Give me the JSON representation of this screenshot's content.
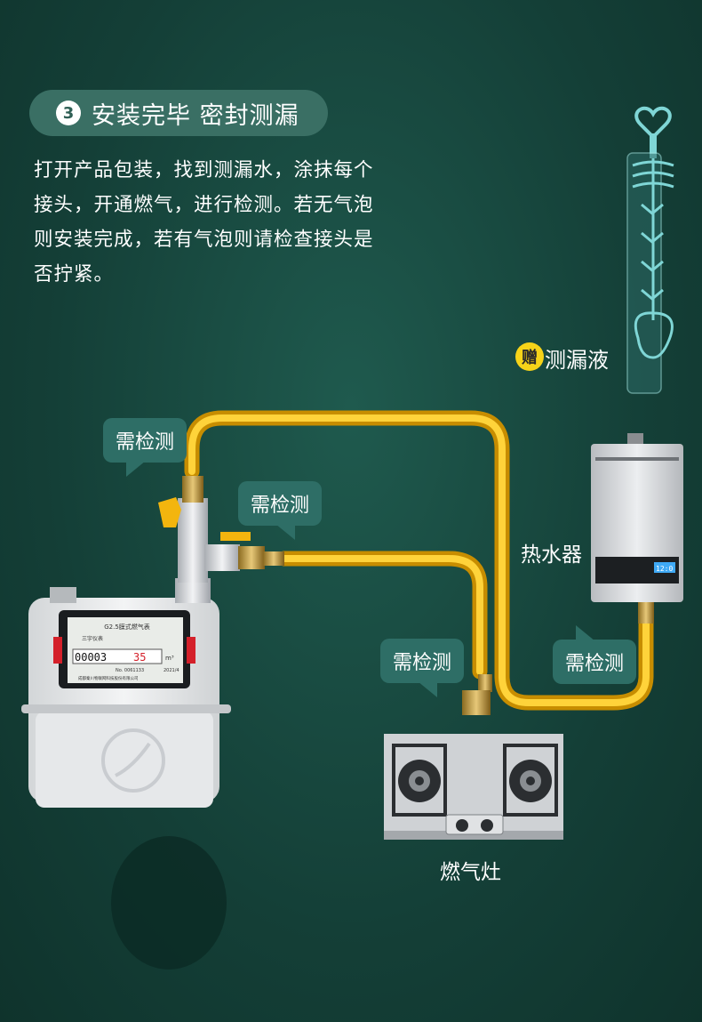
{
  "step": {
    "number": "3",
    "title": "安装完毕 密封测漏"
  },
  "description": {
    "line1": "打开产品包装，找到测漏水，涂抹每个",
    "line2": "接头，开通燃气，进行检测。若无气泡",
    "line3": "则安装完成，若有气泡则请检查接头是",
    "line4": "否拧紧。"
  },
  "gift": {
    "badge": "赠",
    "label": "测漏液"
  },
  "callouts": [
    "需检测",
    "需检测",
    "需检测",
    "需检测"
  ],
  "appliances": {
    "heater": "热水器",
    "stove": "燃气灶"
  },
  "meter": {
    "model": "G2.5膜式燃气表",
    "brand": "三宇仪表",
    "digits": "00003",
    "decimals": "35",
    "unit": "m³",
    "serial": "No. 0061133",
    "year": "2021/4",
    "maker": "成都秦川物联网科技股份有限公司"
  },
  "heater_screen": "12:0",
  "colors": {
    "pipe": "#f5c21b",
    "bubble": "#2e6e66",
    "gift": "#f6d319"
  }
}
